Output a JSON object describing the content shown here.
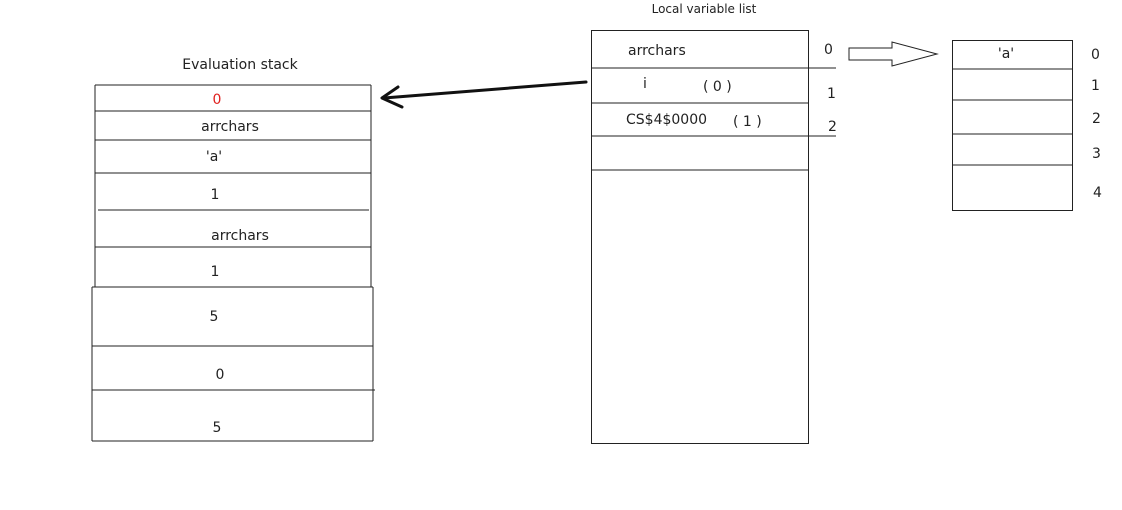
{
  "evaluation_stack": {
    "title": "Evaluation stack",
    "items": [
      "0",
      "arrchars",
      "'a'",
      "1",
      "arrchars",
      "1",
      "5",
      "0",
      "5"
    ],
    "highlight_color": "#e0201e"
  },
  "local_variable_list": {
    "title": "Local variable list",
    "rows": [
      {
        "name": "arrchars",
        "value": "",
        "index": "0"
      },
      {
        "name": "i",
        "value": "( 0 )",
        "index": "1"
      },
      {
        "name": "CS$4$0000",
        "value": "( 1 )",
        "index": "2"
      }
    ]
  },
  "array": {
    "cells": [
      "'a'",
      "",
      "",
      "",
      ""
    ],
    "indices": [
      "0",
      "1",
      "2",
      "3",
      "4"
    ]
  }
}
